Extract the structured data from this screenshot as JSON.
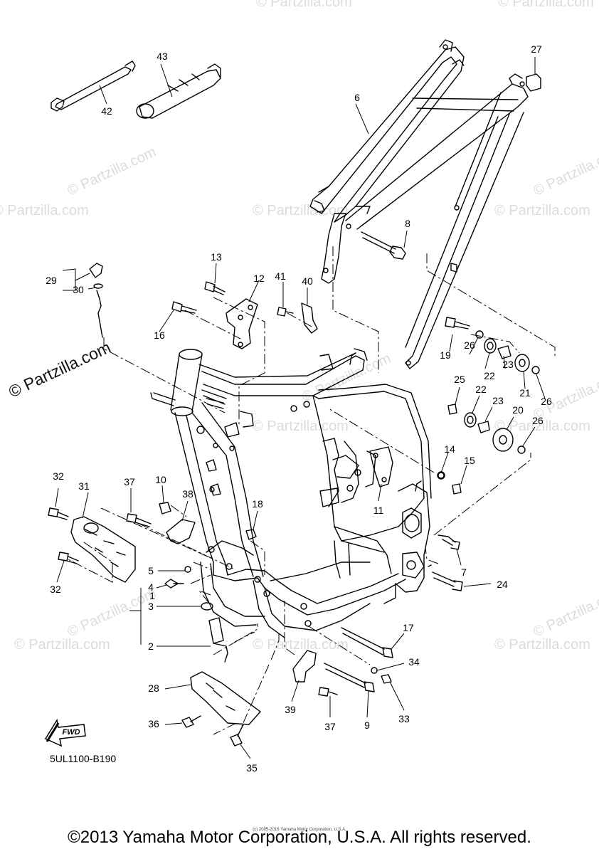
{
  "diagram_code": "5UL1100-B190",
  "copyright": "©2013 Yamaha Motor Corporation, U.S.A. All rights reserved.",
  "fine_print": "(c) 2005-2016 Yamaha Motor Corporation, U.S.A.",
  "watermark_side": "© Partzilla.com",
  "watermark_repeat": "© Partzilla.com",
  "fwd_label": "FWD",
  "part_numbers": [
    "1",
    "2",
    "3",
    "4",
    "5",
    "6",
    "7",
    "8",
    "9",
    "10",
    "11",
    "12",
    "13",
    "14",
    "15",
    "16",
    "17",
    "18",
    "19",
    "20",
    "21",
    "22",
    "22",
    "23",
    "23",
    "24",
    "25",
    "26",
    "26",
    "26",
    "27",
    "28",
    "29",
    "30",
    "31",
    "32",
    "32",
    "33",
    "34",
    "35",
    "36",
    "37",
    "37",
    "38",
    "39",
    "40",
    "41",
    "42",
    "43"
  ]
}
